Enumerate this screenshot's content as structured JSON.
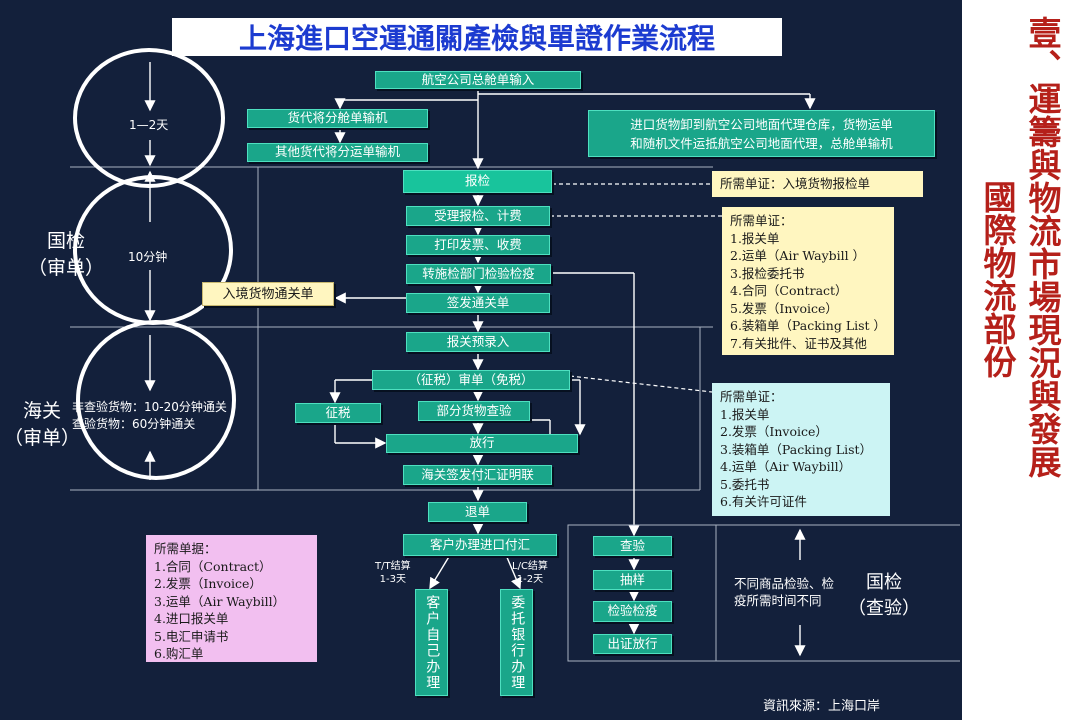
{
  "title": "上海進口空運通關產檢與單證作業流程",
  "side_title": {
    "main": "壹、運籌與物流市場現況與發展",
    "sub": "國際物流部份"
  },
  "source": "資訊來源：上海口岸",
  "stages": {
    "day": "1—2天",
    "ciq_label": "国检\n（审单）",
    "ciq_time": "10分钟",
    "customs_label": "海关\n（审单）",
    "customs_time": "非查验货物：10-20分钟通关\n查验货物：60分钟通关"
  },
  "boxes": {
    "b1": "航空公司总舱单输入",
    "b2": "货代将分舱单输机",
    "b3": "其他货代将分运单输机",
    "b4": "进口货物卸到航空公司地面代理仓库，货物运单\n和随机文件运抵航空公司地面代理，总舱单输机",
    "b5": "报检",
    "b6": "受理报检、计费",
    "b7": "打印发票、收费",
    "b8": "转施检部门检验检疫",
    "b9": "签发通关单",
    "b10": "报关预录入",
    "b11": "（征税）审单（免税）",
    "b12": "征税",
    "b13": "部分货物查验",
    "b14": "放行",
    "b15": "海关签发付汇证明联",
    "b16": "退单",
    "b17": "客户办理进口付汇",
    "b18": "客户自己办理",
    "b19": "委托银行办理",
    "b20": "查验",
    "b21": "抽样",
    "b22": "检验检疫",
    "b23": "出证放行"
  },
  "entry_pass": "入境货物通关单",
  "notes": {
    "n1": "所需单证：入境货物报检单",
    "n2": [
      "所需单证：",
      "1.报关单",
      "2.运单（Air Waybill ）",
      "3.报检委托书",
      "4.合同（Contract）",
      "5.发票（Invoice）",
      "6.装箱单（Packing List ）",
      "7.有关批件、证书及其他"
    ],
    "n3": [
      "所需单证：",
      "1.报关单",
      "2.发票（Invoice）",
      "3.装箱单（Packing List）",
      "4.运单（Air Waybill）",
      "5.委托书",
      "6.有关许可证件"
    ],
    "n4": [
      "所需单据：",
      "1.合同（Contract）",
      "2.发票（Invoice）",
      "3.运单（Air Waybill）",
      "4.进口报关单",
      "5.电汇申请书",
      "6.购汇单"
    ]
  },
  "settlement": {
    "tt": "T/T结算\n1-3天",
    "lc": "L/C结算\n1-2天"
  },
  "inspection": {
    "time_note": "不同商品检验、检\n疫所需时间不同",
    "label": "国检\n（查验）"
  },
  "colors": {
    "background": "#13203b",
    "box": "#1aa68a",
    "note_yellow": "#fff6c0",
    "note_cyan": "#ccf4f4",
    "note_pink": "#f2bff0",
    "title": "#1c3bd0",
    "side_text": "#b5201a"
  }
}
